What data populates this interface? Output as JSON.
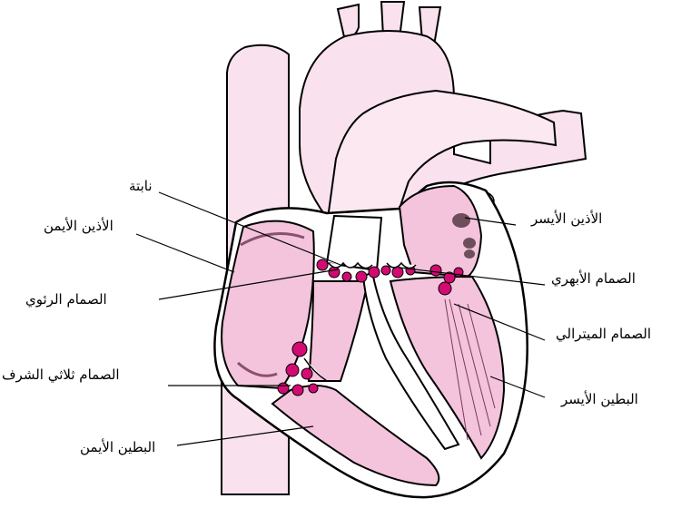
{
  "labels": {
    "nabita": "نابتة",
    "right_atrium": "الأذين الأيمن",
    "pulmonary_valve": "الصمام الرئوي",
    "tricuspid_valve": "الصمام ثلاثي الشرف",
    "right_ventricle": "البطين الأيمن",
    "left_atrium": "الأذين الأيسر",
    "aortic_valve": "الصمام الأبهري",
    "mitral_valve": "الصمام الميترالي",
    "left_ventricle": "البطين الأيسر"
  },
  "colors": {
    "chamber_pink": "#f3c4dc",
    "vessel_pink": "#f9e2ee",
    "muscle_pink": "#e9a9c8",
    "valve_magenta": "#d40a73",
    "outline": "#000000"
  }
}
